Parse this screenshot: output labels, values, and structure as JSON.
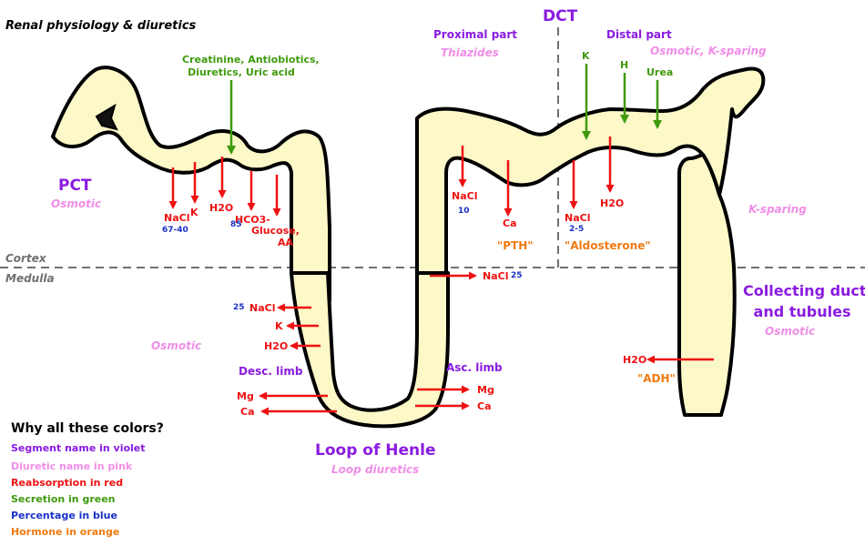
{
  "title": "Renal physiology & diuretics",
  "zones": {
    "cortex": "Cortex",
    "medulla": "Medulla"
  },
  "pct": {
    "name": "PCT",
    "diuretic": "Osmotic",
    "reabsorption": [
      "NaCl",
      "K",
      "H2O",
      "HCO3-",
      "Glucose,",
      "AA"
    ],
    "percentage": [
      "67-40",
      "85"
    ],
    "secretion": [
      "Creatinine, Antiobiotics,",
      "Diuretics, Uric acid"
    ]
  },
  "dct": {
    "name": "DCT",
    "proximal": {
      "name": "Proximal part",
      "diuretic": "Thiazides",
      "reabsorption": [
        "NaCl",
        "Ca"
      ],
      "percentage": "10",
      "hormone": "\"PTH\""
    },
    "distal": {
      "name": "Distal part",
      "diuretic": "Osmotic, K-sparing",
      "secretion": [
        "K",
        "H",
        "Urea"
      ],
      "reabsorption": [
        "NaCl",
        "H2O"
      ],
      "percentage": "2-5",
      "hormone": "\"Aldosterone\""
    },
    "medulla_reabsorption": "NaCl",
    "medulla_percentage": "25"
  },
  "loop": {
    "name": "Loop of Henle",
    "diuretic": "Loop diuretics",
    "desc": {
      "name": "Desc. limb",
      "diuretic": "Osmotic",
      "reabsorption": [
        "NaCl",
        "K",
        "H2O",
        "Mg",
        "Ca"
      ],
      "percentage": "25"
    },
    "asc": {
      "name": "Asc. limb",
      "reabsorption": [
        "Mg",
        "Ca"
      ]
    }
  },
  "collecting": {
    "name": [
      "Collecting duct",
      "and tubules"
    ],
    "diuretics": [
      "K-sparing",
      "Osmotic"
    ],
    "reabsorption": "H2O",
    "hormone": "\"ADH\""
  },
  "legend": {
    "title": "Why all these colors?",
    "items": [
      {
        "label": "Segment name in violet",
        "color": "#8a1be0"
      },
      {
        "label": "Diuretic name in pink",
        "color": "#f08ee8"
      },
      {
        "label": "Reabsorption in red",
        "color": "#ee1111"
      },
      {
        "label": "Secretion in green",
        "color": "#3f9a0e"
      },
      {
        "label": "Percentage in blue",
        "color": "#1a30c8"
      },
      {
        "label": "Hormone in orange",
        "color": "#f07a10"
      }
    ]
  },
  "colors": {
    "tubule_fill": "#fcf8c8",
    "tubule_outline": "#000000",
    "reabsorption": "#ee1111",
    "secretion": "#3f9a0e",
    "divider": "#707070"
  }
}
